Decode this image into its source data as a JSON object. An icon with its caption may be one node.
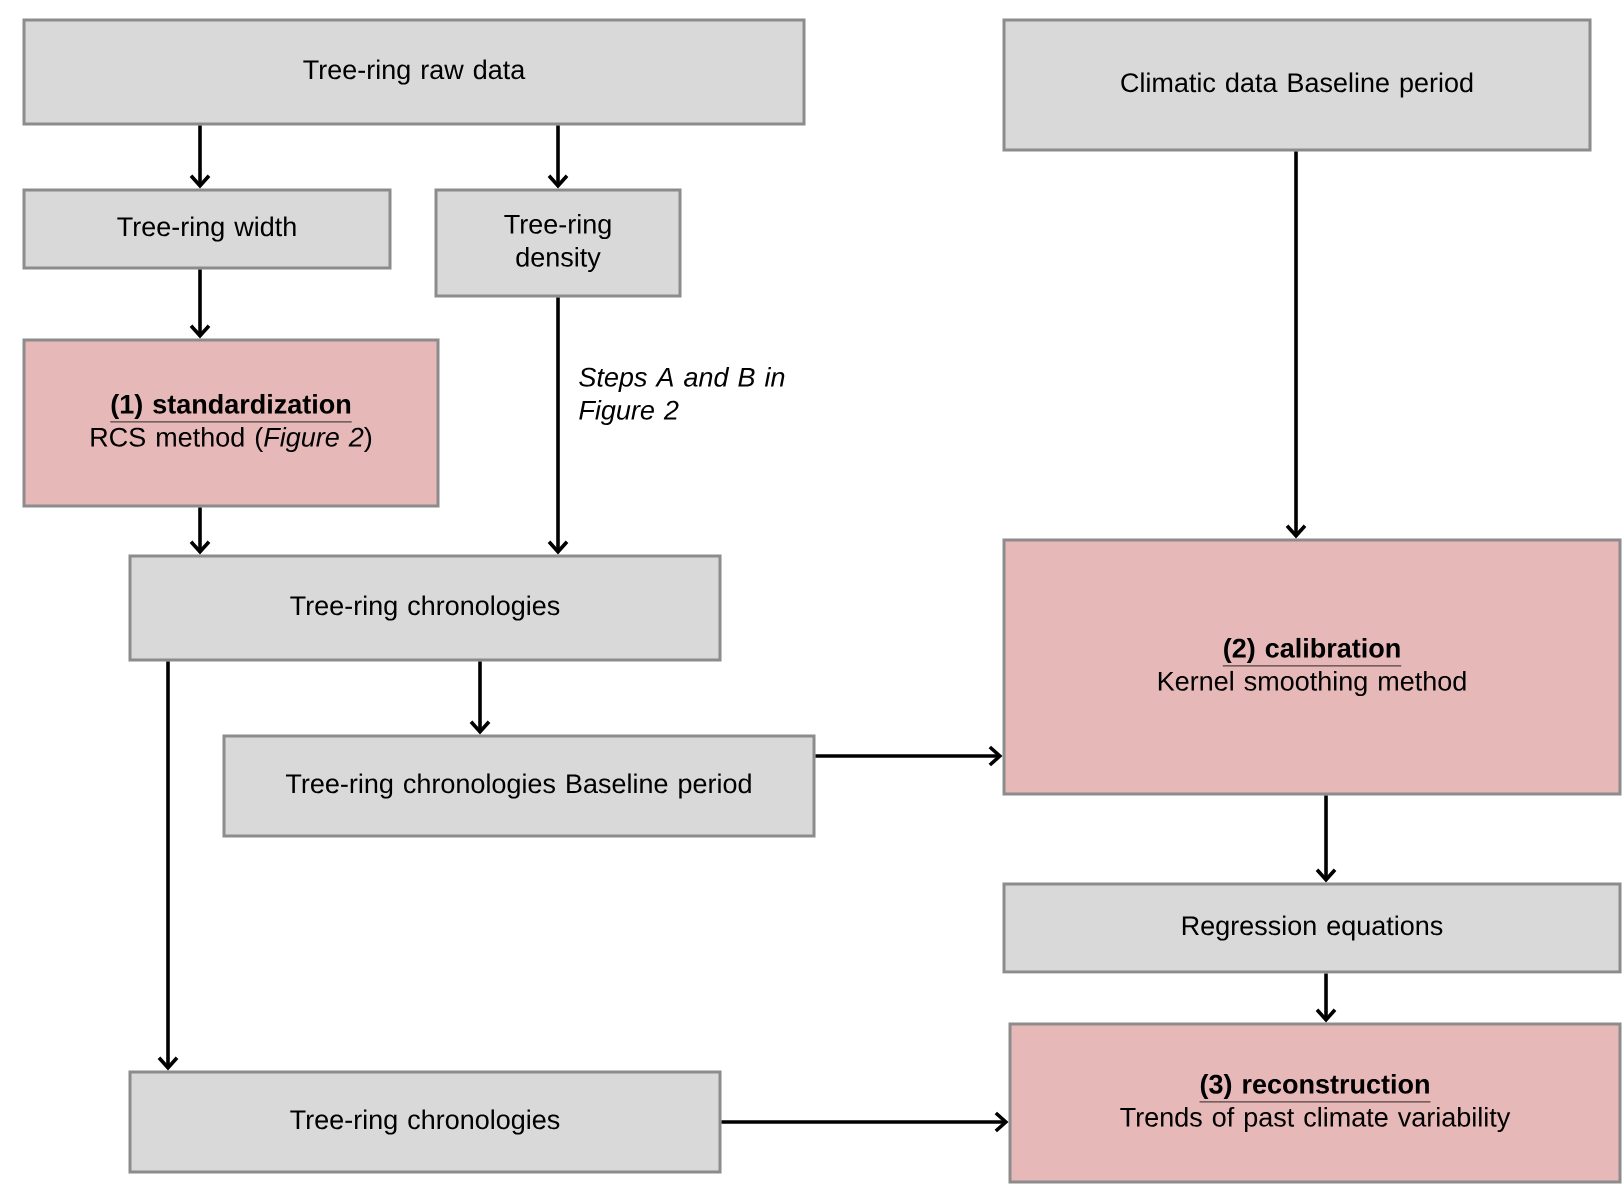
{
  "diagram": {
    "nodes": [
      {
        "text": [
          "Tree-ring raw data"
        ]
      },
      {
        "text": [
          "Climatic data Baseline period"
        ]
      },
      {
        "text": [
          "Tree-ring width"
        ]
      },
      {
        "text": [
          "Tree-ring density"
        ]
      },
      {
        "text": [
          "(1) standardization",
          "RCS method (*Figure 2*)"
        ]
      },
      {
        "text": [
          "Tree-ring chronologies"
        ]
      },
      {
        "text": [
          "Tree-ring chronologies Baseline period"
        ]
      },
      {
        "text": [
          "(2) calibration",
          "Kernel smoothing method"
        ]
      },
      {
        "text": [
          "Regression equations"
        ]
      },
      {
        "text": [
          "(3) reconstruction",
          "Trends of past climate variability"
        ]
      },
      {
        "text": [
          "Tree-ring chronologies"
        ]
      }
    ],
    "edges": [
      {
        "from": 0,
        "to": 2,
        "arrow": "to"
      },
      {
        "from": 0,
        "to": 3,
        "arrow": "to"
      },
      {
        "from": 2,
        "to": 4,
        "arrow": "to"
      },
      {
        "from": 4,
        "to": 5,
        "arrow": "to"
      },
      {
        "from": 3,
        "to": 5,
        "arrow": "to",
        "label": "Steps A and B in Figure 2"
      },
      {
        "from": 1,
        "to": 7,
        "arrow": "to"
      },
      {
        "from": 5,
        "to": 6,
        "arrow": "to"
      },
      {
        "from": 6,
        "to": 7,
        "arrow": "to"
      },
      {
        "from": 7,
        "to": 8,
        "arrow": "to"
      },
      {
        "from": 8,
        "to": 9,
        "arrow": "to"
      },
      {
        "from": 5,
        "to": 10,
        "arrow": "to"
      },
      {
        "from": 10,
        "to": 9,
        "arrow": "to"
      }
    ]
  }
}
